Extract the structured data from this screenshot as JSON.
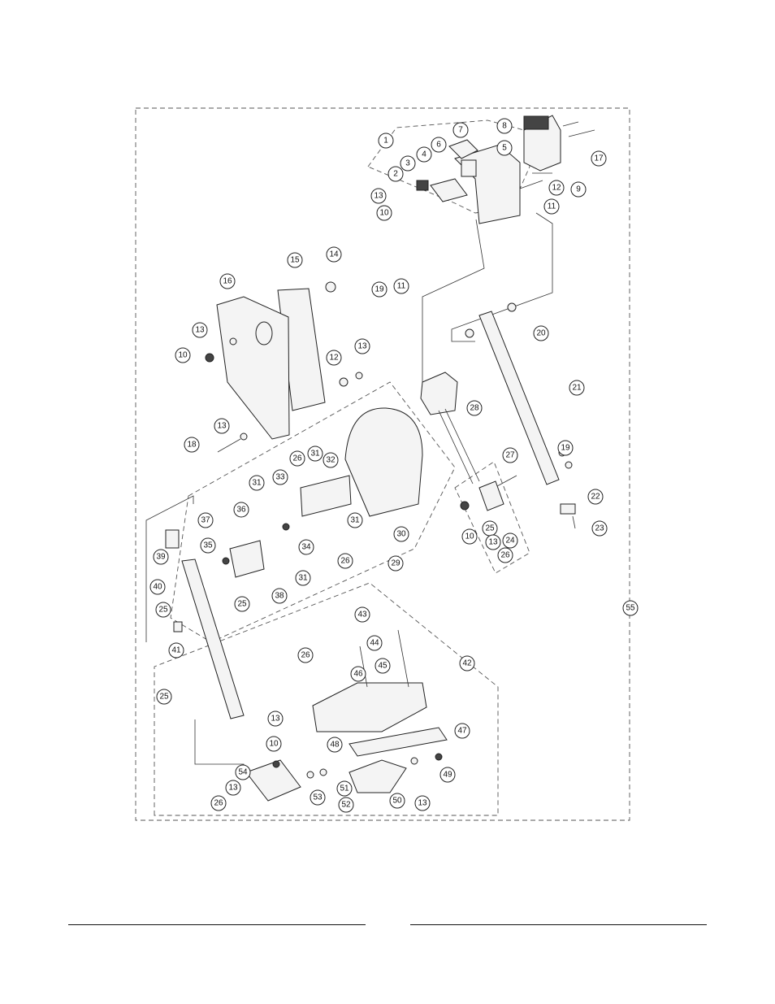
{
  "diagram": {
    "callouts": [
      "1",
      "2",
      "3",
      "4",
      "5",
      "6",
      "7",
      "8",
      "9",
      "10",
      "11",
      "12",
      "13",
      "14",
      "15",
      "16",
      "17",
      "18",
      "19",
      "20",
      "21",
      "22",
      "23",
      "24",
      "25",
      "26",
      "27",
      "28",
      "29",
      "30",
      "31",
      "32",
      "33",
      "34",
      "35",
      "36",
      "37",
      "38",
      "39",
      "40",
      "41",
      "42",
      "43",
      "44",
      "45",
      "46",
      "47",
      "48",
      "49",
      "50",
      "51",
      "52",
      "53",
      "54",
      "55"
    ]
  },
  "footer": {
    "left_line": "",
    "right_line": ""
  }
}
